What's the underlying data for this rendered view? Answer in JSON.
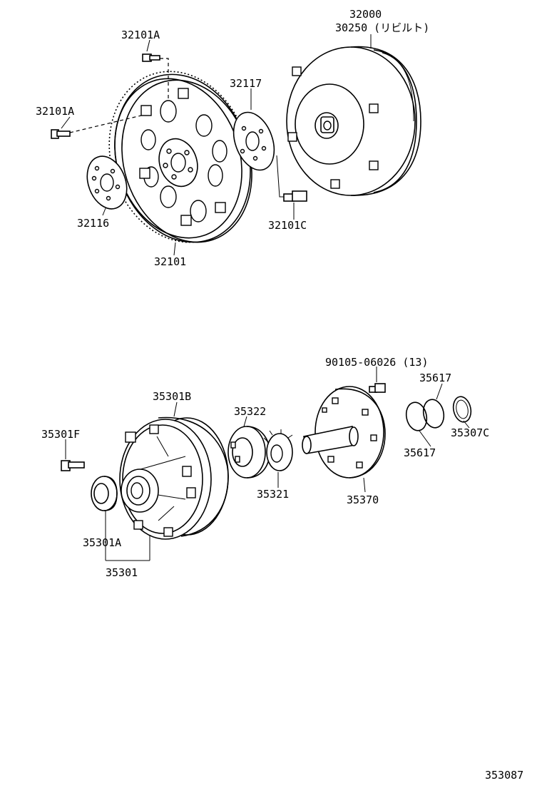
{
  "diagram_id": "353087",
  "labels": {
    "tc_main": "32000",
    "tc_rebuilt": "30250 (リビルト)",
    "bolt_top": "32101A",
    "bolt_left": "32101A",
    "spacer_right": "32117",
    "spacer_left": "32116",
    "drive_plate": "32101",
    "bolt_right": "32101C",
    "washer_bolt": "90105-06026 (13)",
    "pump_body": "35301B",
    "driven_gear": "35322",
    "seal_ring_top": "35617",
    "bolt_pump": "35301F",
    "snap_ring": "35307C",
    "seal_ring_bottom": "35617",
    "drive_gear": "35321",
    "stator_shaft": "35370",
    "oil_seal": "35301A",
    "pump_assy": "35301"
  }
}
